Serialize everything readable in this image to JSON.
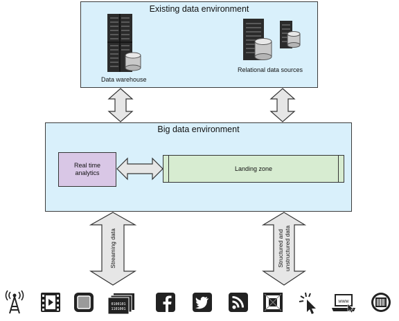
{
  "existing_environment": {
    "title": "Existing data environment",
    "data_warehouse_label": "Data warehouse",
    "relational_sources_label": "Relational data sources"
  },
  "big_data_environment": {
    "title": "Big data environment",
    "real_time_analytics": {
      "line1": "Real time",
      "line2": "analytics"
    },
    "landing_zone_label": "Landing zone"
  },
  "flows": {
    "streaming_label": "Streaming data",
    "structured_line1": "Structured and",
    "structured_line2": "unstructured data"
  },
  "sources": [
    {
      "name": "cell-tower-icon"
    },
    {
      "name": "video-icon"
    },
    {
      "name": "device-icon"
    },
    {
      "name": "binary-data-icon"
    },
    {
      "name": "facebook-icon"
    },
    {
      "name": "twitter-icon"
    },
    {
      "name": "rss-icon"
    },
    {
      "name": "sensor-icon"
    },
    {
      "name": "click-icon"
    },
    {
      "name": "laptop-www-icon"
    },
    {
      "name": "barcode-icon"
    }
  ],
  "sources_www_text": "www",
  "colors": {
    "environment_fill": "#d9f0fb",
    "analytics_fill": "#d9c7e6",
    "landing_fill": "#d7ecd1",
    "arrow_fill": "#e6e6e6"
  }
}
